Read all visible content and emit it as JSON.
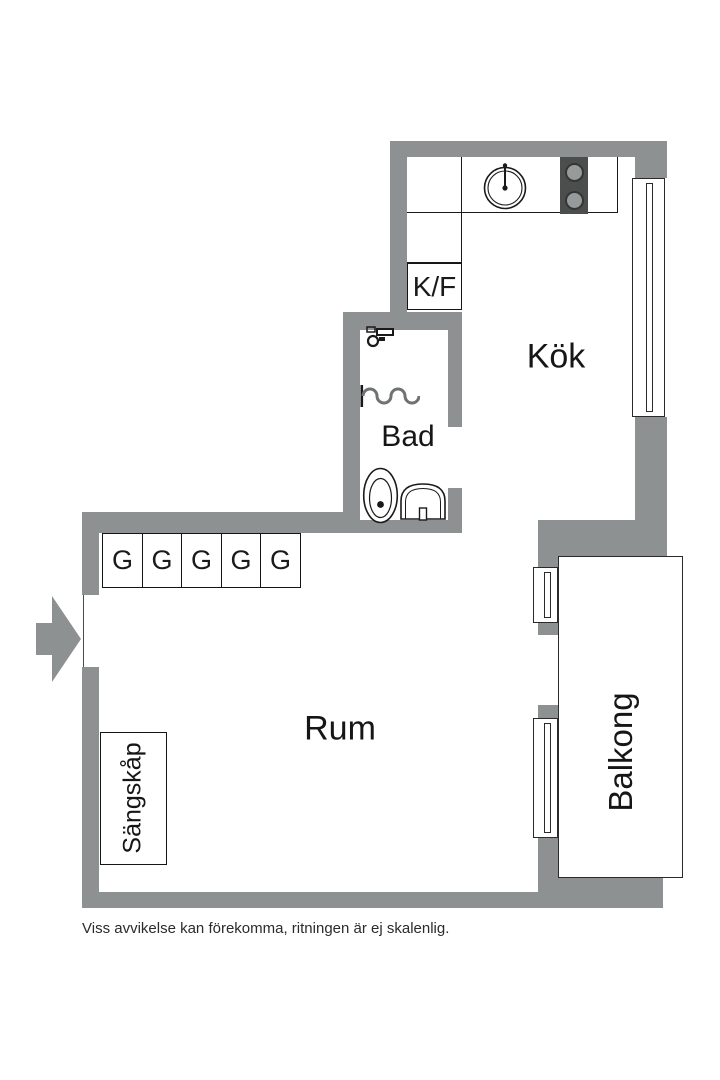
{
  "plan": {
    "labels": {
      "kitchen": "Kök",
      "bathroom": "Bad",
      "room": "Rum",
      "balcony": "Balkong",
      "bed_cabinet": "Sängskåp",
      "fridge_freezer": "K/F"
    },
    "wardrobes": [
      "G",
      "G",
      "G",
      "G",
      "G"
    ],
    "disclaimer": "Viss avvikelse kan förekomma, ritningen är ej skalenlig.",
    "colors": {
      "wall": "#8d9192",
      "stove": "#4c4e4e",
      "line": "#1a1a1a",
      "bg": "#ffffff"
    }
  }
}
